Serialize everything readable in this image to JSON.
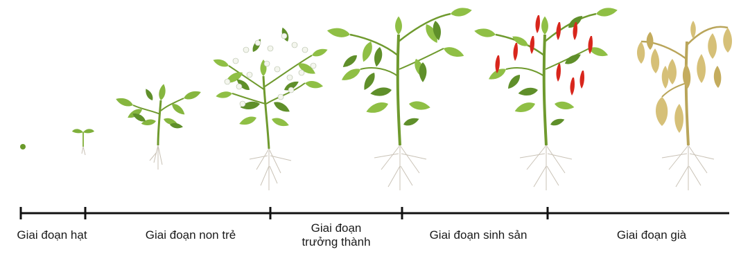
{
  "colors": {
    "stem": "#6f9a2e",
    "leaf_light": "#9cc84a",
    "leaf_dark": "#5f8f2a",
    "root": "#b9b2a6",
    "flower": "#f4f6ee",
    "chili": "#d8261c",
    "aged_leaf": "#d6c078",
    "aged_stem": "#b9a55a",
    "axis": "#111111"
  },
  "stages": [
    {
      "label": "Giai đoạn hạt"
    },
    {
      "label": "Giai đoạn non trẻ"
    },
    {
      "label_line1": "Giai đoạn",
      "label_line2": "trưởng thành"
    },
    {
      "label": "Giai đoạn sinh sản"
    },
    {
      "label": "Giai đoạn già"
    }
  ]
}
